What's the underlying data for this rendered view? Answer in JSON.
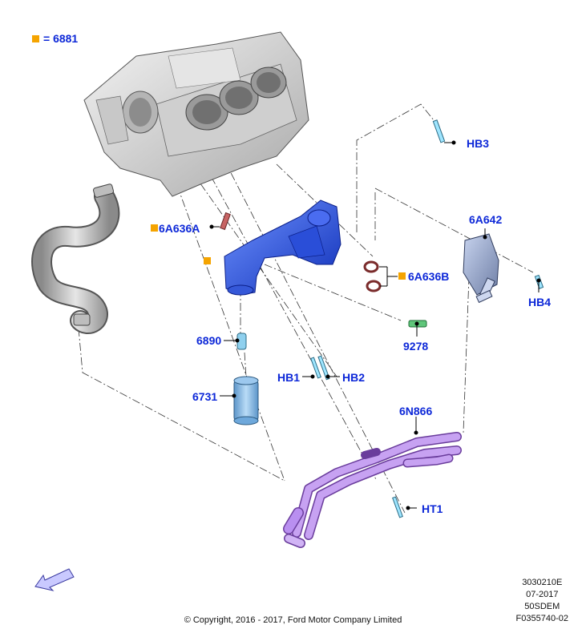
{
  "legend": {
    "label": "= 6881",
    "marker_color": "#f5a400"
  },
  "callouts": {
    "hb3": "HB3",
    "p6a636a": "6A636A",
    "p6a642": "6A642",
    "p6a636b": "6A636B",
    "hb4": "HB4",
    "p6890": "6890",
    "p9278": "9278",
    "hb1": "HB1",
    "hb2": "HB2",
    "p6731": "6731",
    "p6n866": "6N866",
    "ht1": "HT1"
  },
  "colors": {
    "label": "#0d28d8",
    "adapter": "#1f4fd6",
    "cooler_lines": "#b07ce6",
    "filter": "#7ab6e6",
    "engine": "#d9d9d9"
  },
  "meta": {
    "code1": "3030210E",
    "date": "07-2017",
    "model": "50SDEM",
    "figure": "F0355740-02"
  },
  "copyright": "© Copyright, 2016 - 2017, Ford Motor Company Limited",
  "icons": {
    "direction": "arrow-front-icon"
  }
}
